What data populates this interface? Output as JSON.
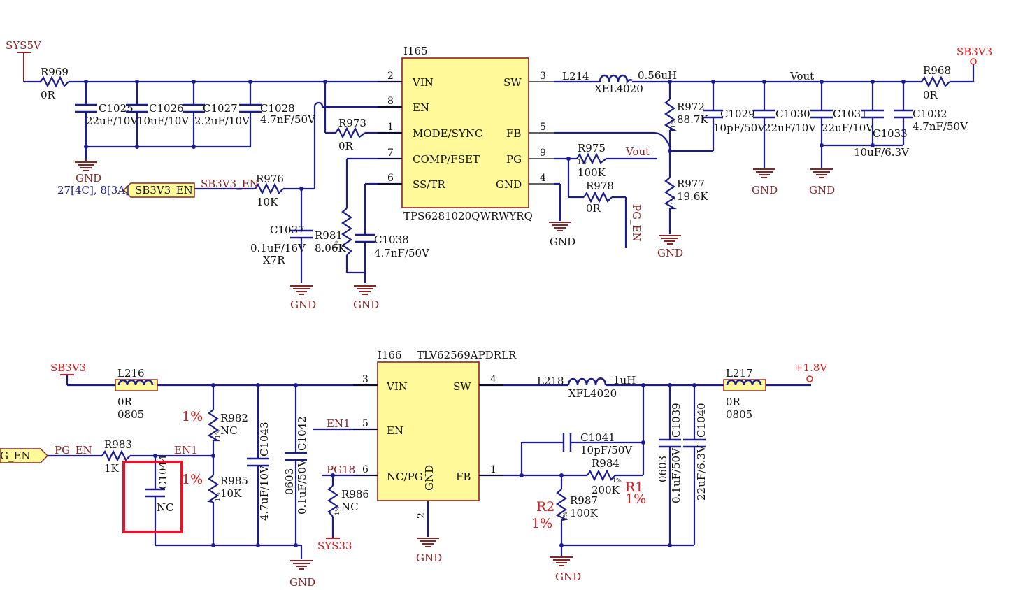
{
  "top": {
    "ic": {
      "ref": "I165",
      "part": "TPS6281020QWRWYRQ",
      "pins_left": [
        {
          "num": "2",
          "name": "VIN"
        },
        {
          "num": "8",
          "name": "EN"
        },
        {
          "num": "1",
          "name": "MODE/SYNC"
        },
        {
          "num": "7",
          "name": "COMP/FSET"
        },
        {
          "num": "6",
          "name": "SS/TR"
        }
      ],
      "pins_right": [
        {
          "num": "3",
          "name": "SW"
        },
        {
          "num": "5",
          "name": "FB"
        },
        {
          "num": "9",
          "name": "PG"
        },
        {
          "num": "4",
          "name": "GND"
        }
      ]
    },
    "power_in": "SYS5V",
    "power_out": "SB3V3",
    "inductor": {
      "ref": "L214",
      "value": "0.56uH",
      "part": "XEL4020"
    },
    "net_vout": "Vout",
    "net_vout2": "Vout",
    "net_en": "SB3V3_EN",
    "net_pg": "PG_EN",
    "port": {
      "label": "SB3V3_EN",
      "refs": "27[4C], 8[3A]"
    },
    "gnd": "GND",
    "r969": {
      "ref": "R969",
      "value": "0R"
    },
    "r968": {
      "ref": "R968",
      "value": "0R"
    },
    "r973": {
      "ref": "R973",
      "value": "0R"
    },
    "r976": {
      "ref": "R976",
      "value": "10K"
    },
    "r981": {
      "ref": "R981",
      "value": "8.06K"
    },
    "r972": {
      "ref": "R972",
      "value": "88.7K"
    },
    "r977": {
      "ref": "R977",
      "value": "19.6K"
    },
    "r975": {
      "ref": "R975",
      "value": "100K"
    },
    "r978": {
      "ref": "R978",
      "value": "0R"
    },
    "c1025": {
      "ref": "C1025",
      "value": "22uF/10V"
    },
    "c1026": {
      "ref": "C1026",
      "value": "10uF/10V"
    },
    "c1027": {
      "ref": "C1027",
      "value": "2.2uF/10V"
    },
    "c1028": {
      "ref": "C1028",
      "value": "4.7nF/50V"
    },
    "c1037": {
      "ref": "C1037",
      "value": "0.1uF/16V",
      "value2": "X7R"
    },
    "c1038": {
      "ref": "C1038",
      "value": "4.7nF/50V"
    },
    "c1029": {
      "ref": "C1029",
      "value": "10pF/50V"
    },
    "c1030": {
      "ref": "C1030",
      "value": "22uF/10V"
    },
    "c1031": {
      "ref": "C1031",
      "value": "22uF/10V"
    },
    "c1033": {
      "ref": "C1033",
      "value": "10uF/6.3V"
    },
    "c1032": {
      "ref": "C1032",
      "value": "4.7nF/50V"
    },
    "tol": "1%"
  },
  "bottom": {
    "ic": {
      "ref": "I166",
      "part": "TLV62569APDRLR",
      "pins_left": [
        {
          "num": "3",
          "name": "VIN"
        },
        {
          "num": "5",
          "name": "EN"
        },
        {
          "num": "6",
          "name": "NC/PG"
        }
      ],
      "pins_right": [
        {
          "num": "4",
          "name": "SW"
        },
        {
          "num": "1",
          "name": "FB"
        }
      ],
      "pin_bottom": {
        "num": "2",
        "name": "GND"
      }
    },
    "power_in": "SB3V3",
    "power_out": "+1.8V",
    "inductor": {
      "ref": "L218",
      "value": "1uH",
      "part": "XFL4020"
    },
    "l216": {
      "ref": "L216",
      "value": "0R",
      "pkg": "0805"
    },
    "l217": {
      "ref": "L217",
      "value": "0R",
      "pkg": "0805"
    },
    "net_pg_en": "PG_EN",
    "port_label": "G_EN",
    "net_en1": "EN1",
    "net_en1b": "EN1",
    "net_pg18": "PG18",
    "sys33": "SYS33",
    "gnd": "GND",
    "r982": {
      "ref": "R982",
      "value": "NC"
    },
    "r985": {
      "ref": "R985",
      "value": "10K"
    },
    "r983": {
      "ref": "R983",
      "value": "1K"
    },
    "r986": {
      "ref": "R986",
      "value": "NC"
    },
    "r984": {
      "ref": "R984",
      "value": "200K"
    },
    "r987": {
      "ref": "R987",
      "value": "100K"
    },
    "c1044": {
      "ref": "C1044",
      "value": "NC"
    },
    "c1043": {
      "ref": "C1043",
      "value": "4.7uF/10V"
    },
    "c1042": {
      "ref": "C1042",
      "value": "0.1uF/50V",
      "pkg": "0603"
    },
    "c1041": {
      "ref": "C1041",
      "value": "10pF/50V"
    },
    "c1039": {
      "ref": "C1039",
      "value": "0.1uF/50V",
      "pkg": "0603"
    },
    "c1040": {
      "ref": "C1040",
      "value": "22uF/6.3V"
    },
    "pct_r982": "1%",
    "pct_r985": "1%",
    "r1": "R1",
    "r1_pct": "1%",
    "r2": "R2",
    "r2_pct": "1%",
    "tol": "1%"
  }
}
